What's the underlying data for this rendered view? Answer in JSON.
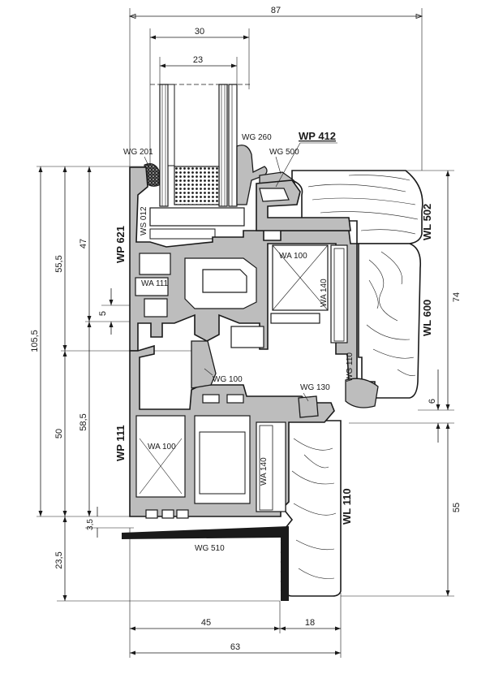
{
  "dimensions": {
    "top_87": "87",
    "top_30": "30",
    "top_23": "23",
    "left_105_5": "105,5",
    "left_55_5": "55,5",
    "left_47": "47",
    "left_5": "5",
    "left_50": "50",
    "left_58_5": "58,5",
    "left_3_5": "3,5",
    "left_23_5": "23,5",
    "right_74": "74",
    "right_6": "6",
    "right_55": "55",
    "bottom_45": "45",
    "bottom_18": "18",
    "bottom_63": "63"
  },
  "labels": {
    "wg201": "WG 201",
    "wg260": "WG 260",
    "wp412": "WP 412",
    "wg500": "WG 500",
    "wl502": "WL 502",
    "wp621": "WP 621",
    "ws012": "WS 012",
    "wa100_top": "WA 100",
    "wa111": "WA 111",
    "wa140_top": "WA 140",
    "wl600": "WL 600",
    "wg110": "WG 110",
    "wg100": "WG 100",
    "wg130": "WG 130",
    "wp111": "WP 111",
    "wa100_bottom": "WA 100",
    "wa140_bottom": "WA 140",
    "wl110": "WL 110",
    "wg510": "WG 510"
  }
}
